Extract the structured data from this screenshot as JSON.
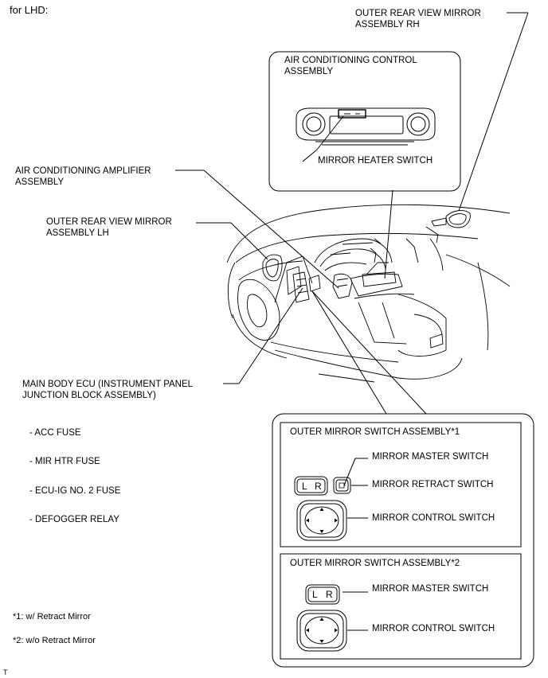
{
  "header": {
    "variant": "for LHD:"
  },
  "labels": {
    "mirror_rh": "OUTER REAR VIEW MIRROR\nASSEMBLY RH",
    "ac_control": "AIR CONDITIONING CONTROL\nASSEMBLY",
    "mirror_heater_switch": "MIRROR HEATER SWITCH",
    "ac_amplifier": "AIR CONDITIONING AMPLIFIER\nASSEMBLY",
    "mirror_lh": "OUTER REAR VIEW MIRROR\nASSEMBLY LH",
    "main_body_ecu": "MAIN BODY ECU (INSTRUMENT PANEL\nJUNCTION BLOCK ASSEMBLY)"
  },
  "ecu_items": [
    "- ACC FUSE",
    "- MIR HTR FUSE",
    "- ECU-IG NO. 2 FUSE",
    "- DEFOGGER RELAY"
  ],
  "switch_panel_1": {
    "title": "OUTER MIRROR SWITCH ASSEMBLY*1",
    "master": "MIRROR MASTER SWITCH",
    "retract": "MIRROR RETRACT SWITCH",
    "control": "MIRROR CONTROL SWITCH",
    "key_l": "L",
    "key_r": "R"
  },
  "switch_panel_2": {
    "title": "OUTER MIRROR SWITCH ASSEMBLY*2",
    "master": "MIRROR MASTER SWITCH",
    "control": "MIRROR CONTROL SWITCH",
    "key_l": "L",
    "key_r": "R"
  },
  "footnotes": {
    "note1": "*1: w/ Retract Mirror",
    "note2": "*2: w/o Retract Mirror"
  },
  "corner_mark": "T"
}
